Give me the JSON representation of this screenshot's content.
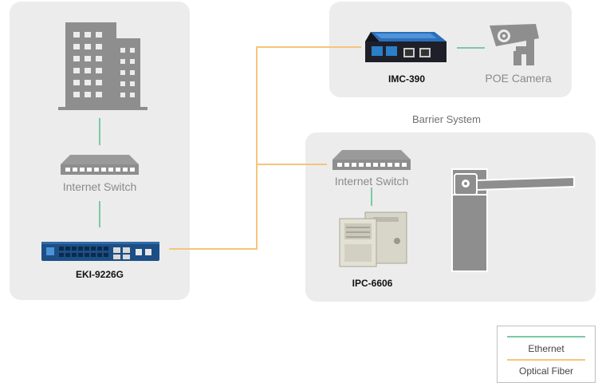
{
  "colors": {
    "ethernet": "#7cc9a6",
    "optical_fiber": "#f6c47a",
    "panel": "#ececec",
    "icon_gray": "#8e8e8e",
    "switch_blue": "#1b4f86"
  },
  "left_site": {
    "building": "office-building-icon",
    "internet_switch_label": "Internet Switch",
    "main_switch_label": "EKI-9226G"
  },
  "camera_site": {
    "converter_label": "IMC-390",
    "camera_label": "POE Camera"
  },
  "barrier_site": {
    "title": "Barrier System",
    "internet_switch_label": "Internet Switch",
    "computer_label": "IPC-6606",
    "barrier": "parking-barrier-gate-icon"
  },
  "legend": {
    "ethernet": "Ethernet",
    "optical_fiber": "Optical Fiber"
  }
}
